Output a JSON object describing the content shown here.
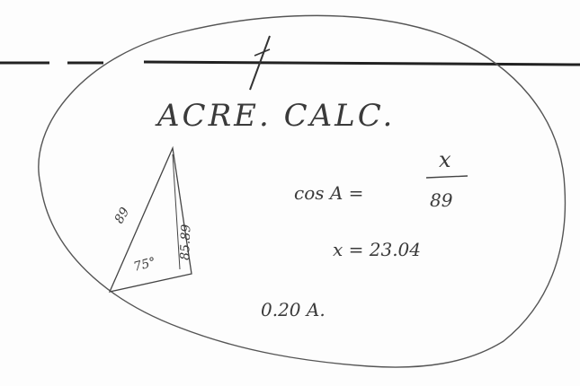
{
  "note": {
    "mark": "1",
    "title": "ACRE. CALC.",
    "triangle_labels": {
      "hypotenuse": "89",
      "angle": "75°",
      "opposite": "85.89"
    },
    "work": {
      "trig_lhs": "cos A =",
      "numerator": "x",
      "denominator": "89",
      "result": "x = 23.04",
      "area": "0.20 A."
    }
  },
  "colors": {
    "ink": "#3a3a3a",
    "paper": "#fdfdfd"
  }
}
